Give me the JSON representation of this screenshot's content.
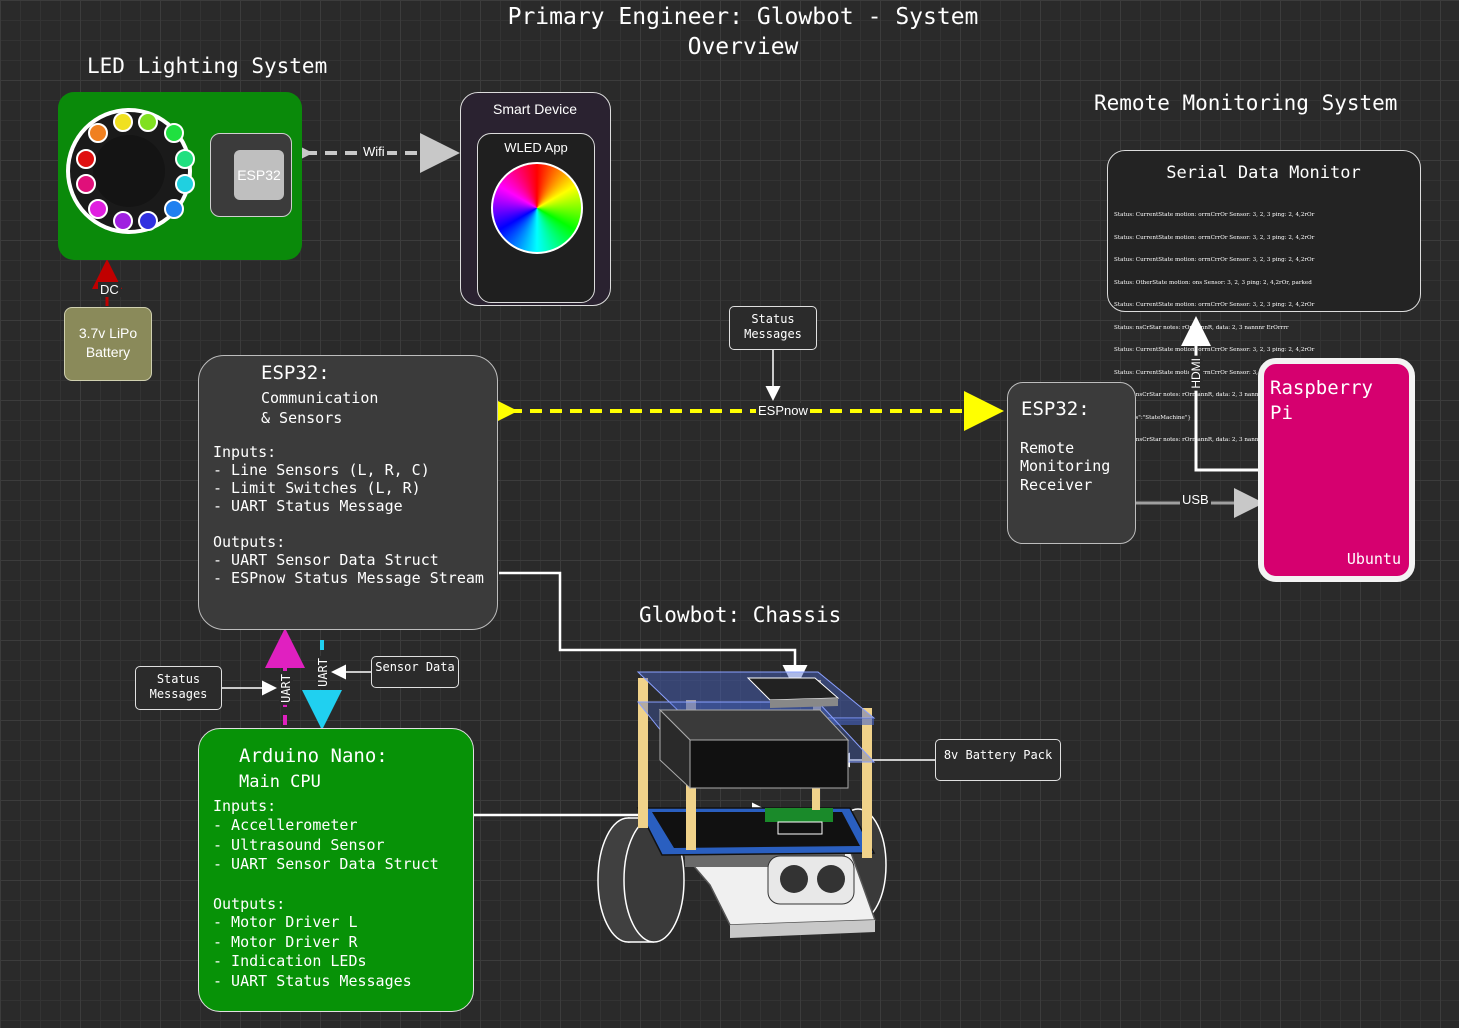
{
  "title_line1": "Primary Engineer: Glowbot - System",
  "title_line2": "Overview",
  "led_section": "LED Lighting System",
  "led_esp_label": "ESP32",
  "wifi_label": "Wifi",
  "smart_device": {
    "title": "Smart Device",
    "app": "WLED App"
  },
  "dc_label": "DC",
  "battery_label": [
    "3.7v LiPo",
    "Battery"
  ],
  "status_messages_top": [
    "Status",
    "Messages"
  ],
  "espnow_label": "ESPnow",
  "esp32_comm": {
    "title": "ESP32:",
    "subtitle1": "Communication",
    "subtitle2": "& Sensors",
    "inputs_header": "Inputs:",
    "inputs": [
      "- Line Sensors (L, R, C)",
      "- Limit Switches (L, R)",
      "- UART Status Message"
    ],
    "outputs_header": "Outputs:",
    "outputs": [
      "- UART Sensor Data Struct",
      "- ESPnow Status Message Stream"
    ]
  },
  "remote_section": "Remote Monitoring System",
  "serial_monitor": {
    "title": "Serial Data Monitor",
    "lines": [
      "Status: CurrentState motion: orrnCrrOr Sensor: 3, 2, 3 ping: 2, 4,2rOr",
      "Status: CurrentState motion: orrnCrrOr Sensor: 3, 2, 3 ping: 2, 4,2rOr",
      "Status: CurrentState motion: orrnCrrOr Sensor: 3, 2, 3 ping: 2, 4,2rOr",
      "Status: OtherState motion: ons Sensor: 3, 2, 3 ping: 2, 4,2rOr, parked",
      "Status: CurrentState motion: orrnCrrOr Sensor: 3, 2, 3 ping: 2, 4,2rOr",
      "Status: nsCrStar notes: rOrmannR, data: 2, 3 nannnr ErOrrrr",
      "Status: CurrentState motion: orrnCrrOr Sensor: 3, 2, 3 ping: 2, 4,2rOr",
      "Status: CurrentState motion: orrnCrrOr Sensor: 3, 2, 3 ping: 2, 4,2rOr",
      "Status: nsCrStar notes: rOrmannR, data: 2, 3 nannnr ErOrrrr",
      "{\"Status\":\"StateMachine\"}",
      "Status: nsCrStar notes: rOrmannR, data: 2, 3 nannnr ErOrrrr"
    ]
  },
  "hdmi_label": "HDMI",
  "usb_label": "USB",
  "esp32_remote": {
    "title": "ESP32:",
    "lines": [
      "Remote",
      "Monitoring",
      "Receiver"
    ]
  },
  "rpi": {
    "title_line1": "Raspberry",
    "title_line2": "Pi",
    "os": "Ubuntu"
  },
  "chassis_title": "Glowbot: Chassis",
  "battery_pack": "8v Battery Pack",
  "status_messages_left": [
    "Status",
    "Messages"
  ],
  "sensor_data_label": "Sensor Data",
  "uart_label": "UART",
  "arduino": {
    "title": "Arduino Nano:",
    "subtitle": "Main CPU",
    "inputs_header": "Inputs:",
    "inputs": [
      "- Accellerometer",
      "- Ultrasound Sensor",
      "- UART Sensor Data Struct"
    ],
    "outputs_header": "Outputs:",
    "outputs": [
      "- Motor Driver L",
      "- Motor Driver R",
      "- Indication LEDs",
      "- UART Status Messages"
    ]
  },
  "colors": {
    "background": "#2a2a2a",
    "arduino_green": "#079207",
    "led_board_green": "#0a8a0a",
    "rpi_magenta": "#d6006f",
    "espnow_yellow": "#ffff00",
    "uart_magenta": "#e020c0",
    "uart_cyan": "#20d0f0",
    "dc_red": "#c00000",
    "battery_olive": "#8a8a5a"
  }
}
